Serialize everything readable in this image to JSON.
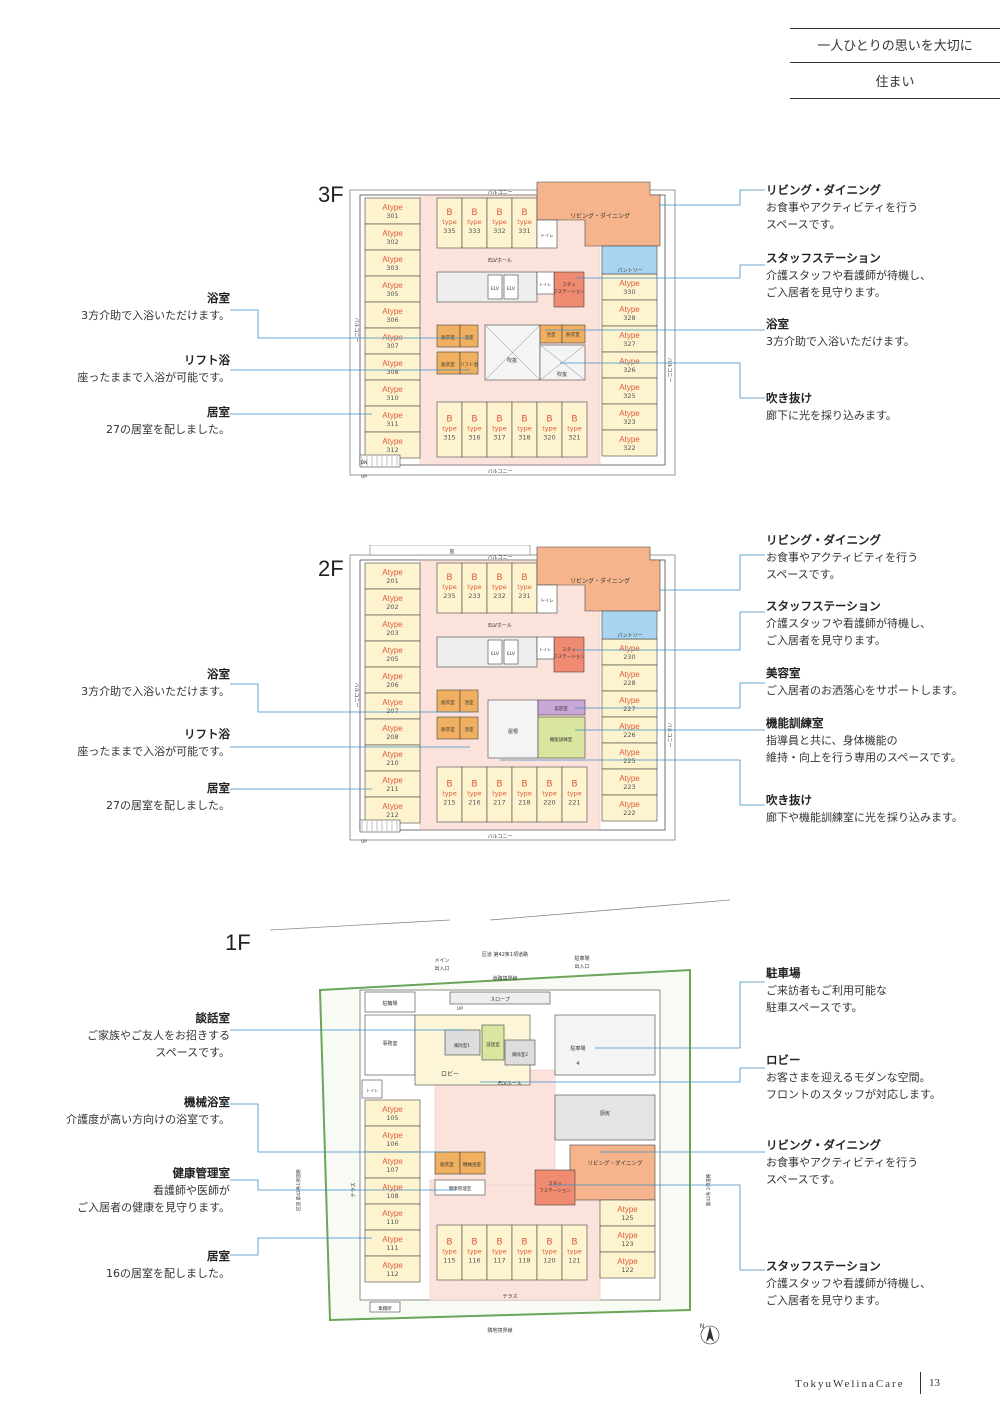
{
  "header": {
    "line1": "一人ひとりの思いを大切に",
    "line2": "住まい"
  },
  "floors": {
    "f3": {
      "label": "3F",
      "left_callouts": [
        {
          "title": "浴室",
          "desc": "3方介助で入浴いただけます。"
        },
        {
          "title": "リフト浴",
          "desc": "座ったままで入浴が可能です。"
        },
        {
          "title": "居室",
          "desc": "27の居室を配しました。"
        }
      ],
      "right_callouts": [
        {
          "title": "リビング・ダイニング",
          "desc1": "お食事やアクティビティを行う",
          "desc2": "スペースです。"
        },
        {
          "title": "スタッフステーション",
          "desc1": "介護スタッフや看護師が待機し、",
          "desc2": "ご入居者を見守ります。"
        },
        {
          "title": "浴室",
          "desc1": "3方介助で入浴いただけます。",
          "desc2": ""
        },
        {
          "title": "吹き抜け",
          "desc1": "廊下に光を採り込みます。",
          "desc2": ""
        }
      ],
      "plan": {
        "balcony_top": "バルコニー",
        "balcony_bottom": "バルコニー",
        "balcony_left": "バルコニー",
        "balcony_right": "バルコニー",
        "living": "リビング・ダイニング",
        "elv_hall": "ELVホール",
        "pantry": "パントリー",
        "staff": "スタッフステーション",
        "void1": "吹抜",
        "void2": "吹抜",
        "toilet": "トイレ",
        "dressing": "脱衣室",
        "bath": "浴室",
        "lift_bath": "リフト浴",
        "elv": "ELV",
        "dn": "DN",
        "up": "UP",
        "a_left": [
          "301",
          "302",
          "303",
          "305",
          "306",
          "307",
          "308",
          "310",
          "311",
          "312"
        ],
        "a_right": [
          "330",
          "328",
          "327",
          "326",
          "325",
          "323",
          "322"
        ],
        "b_top": [
          "335",
          "333",
          "332",
          "331"
        ],
        "b_bottom": [
          "315",
          "316",
          "317",
          "318",
          "320",
          "321"
        ],
        "a_word": "Atype",
        "b_letter": "B",
        "b_word": "type"
      }
    },
    "f2": {
      "label": "2F",
      "left_callouts": [
        {
          "title": "浴室",
          "desc": "3方介助で入浴いただけます。"
        },
        {
          "title": "リフト浴",
          "desc": "座ったままで入浴が可能です。"
        },
        {
          "title": "居室",
          "desc": "27の居室を配しました。"
        }
      ],
      "right_callouts": [
        {
          "title": "リビング・ダイニング",
          "desc1": "お食事やアクティビティを行う",
          "desc2": "スペースです。"
        },
        {
          "title": "スタッフステーション",
          "desc1": "介護スタッフや看護師が待機し、",
          "desc2": "ご入居者を見守ります。"
        },
        {
          "title": "美容室",
          "desc1": "ご入居者のお洒落心をサポートします。",
          "desc2": ""
        },
        {
          "title": "機能訓練室",
          "desc1": "指導員と共に、身体機能の",
          "desc2": "維持・向上を行う専用のスペースです。"
        },
        {
          "title": "吹き抜け",
          "desc1": "廊下や機能訓練室に光を採り込みます。",
          "desc2": ""
        }
      ],
      "plan": {
        "balcony_top": "バルコニー",
        "balcony_bottom": "バルコニー",
        "balcony_left": "バルコニー",
        "balcony_right": "バルコニー",
        "roof": "庇",
        "living": "リビング・ダイニング",
        "elv_hall": "ELVホール",
        "pantry": "パントリー",
        "staff": "スタッフステーション",
        "roof_area": "屋根",
        "beauty": "美容室",
        "training": "機能訓練室",
        "toilet": "トイレ",
        "dressing": "脱衣室",
        "bath": "浴室",
        "elv": "ELV",
        "up": "UP",
        "a_left": [
          "201",
          "202",
          "203",
          "205",
          "206",
          "207",
          "208",
          "210",
          "211",
          "212"
        ],
        "a_right": [
          "230",
          "228",
          "227",
          "226",
          "225",
          "223",
          "222"
        ],
        "b_top": [
          "235",
          "233",
          "232",
          "231"
        ],
        "b_bottom": [
          "215",
          "216",
          "217",
          "218",
          "220",
          "221"
        ],
        "a_word": "Atype",
        "b_letter": "B",
        "b_word": "type"
      }
    },
    "f1": {
      "label": "1F",
      "left_callouts": [
        {
          "title": "談話室",
          "desc1": "ご家族やご友人をお招きする",
          "desc2": "スペースです。"
        },
        {
          "title": "機械浴室",
          "desc1": "介護度が高い方向けの浴室です。",
          "desc2": ""
        },
        {
          "title": "健康管理室",
          "desc1": "看護師や医師が",
          "desc2": "ご入居者の健康を見守ります。"
        },
        {
          "title": "居室",
          "desc1": "16の居室を配しました。",
          "desc2": ""
        }
      ],
      "right_callouts": [
        {
          "title": "駐車場",
          "desc1": "ご来訪者もご利用可能な",
          "desc2": "駐車スペースです。"
        },
        {
          "title": "ロビー",
          "desc1": "お客さまを迎えるモダンな空間。",
          "desc2": "フロントのスタッフが対応します。"
        },
        {
          "title": "リビング・ダイニング",
          "desc1": "お食事やアクティビティを行う",
          "desc2": "スペースです。"
        },
        {
          "title": "スタッフステーション",
          "desc1": "介護スタッフや看護師が待機し、",
          "desc2": "ご入居者を見守ります。"
        }
      ],
      "plan": {
        "main_entrance": "メイン出入口",
        "parking_entrance": "駐車場出入口",
        "road_top": "区道 第42条1項道路",
        "road_boundary": "道路境界線",
        "slope": "スロープ",
        "parking_bike": "駐輪場",
        "office": "事務室",
        "lobby": "ロビー",
        "wind1": "風除室1",
        "wind2": "風除室2",
        "talk": "談話室",
        "elv_hall": "ELVホール",
        "parking": "駐車場",
        "parking_count": "4",
        "kitchen": "厨房",
        "living": "リビング・ダイニング",
        "staff": "スタッフステーション",
        "health": "健康管理室",
        "mech_bath": "機械浴室",
        "dressing": "脱衣室",
        "toilet": "トイレ",
        "terrace": "テラス",
        "neighbor_boundary": "隣地境界線",
        "road_left": "区道 第42条1項道路",
        "road_right": "第42条 2項道路",
        "garbage": "集積所",
        "north": "N",
        "up": "UP",
        "a_left": [
          "105",
          "106",
          "107",
          "108",
          "110",
          "111",
          "112"
        ],
        "a_right": [
          "125",
          "123",
          "122"
        ],
        "b_bottom": [
          "115",
          "116",
          "117",
          "118",
          "120",
          "121"
        ],
        "a_word": "Atype",
        "b_letter": "B",
        "b_word": "type"
      }
    }
  },
  "footer": {
    "brand": "TokyuWelinaCare",
    "page": "13"
  },
  "colors": {
    "room": "#fdf3cf",
    "corridor": "#fbe3dc",
    "living": "#f5b48c",
    "staff": "#f08a70",
    "bath": "#f0b060",
    "pantry": "#a8d4ef",
    "beauty": "#c9a8d8",
    "training": "#d8e6a0",
    "leader": "#3b8fc8",
    "room_label": "#e05b3a"
  }
}
